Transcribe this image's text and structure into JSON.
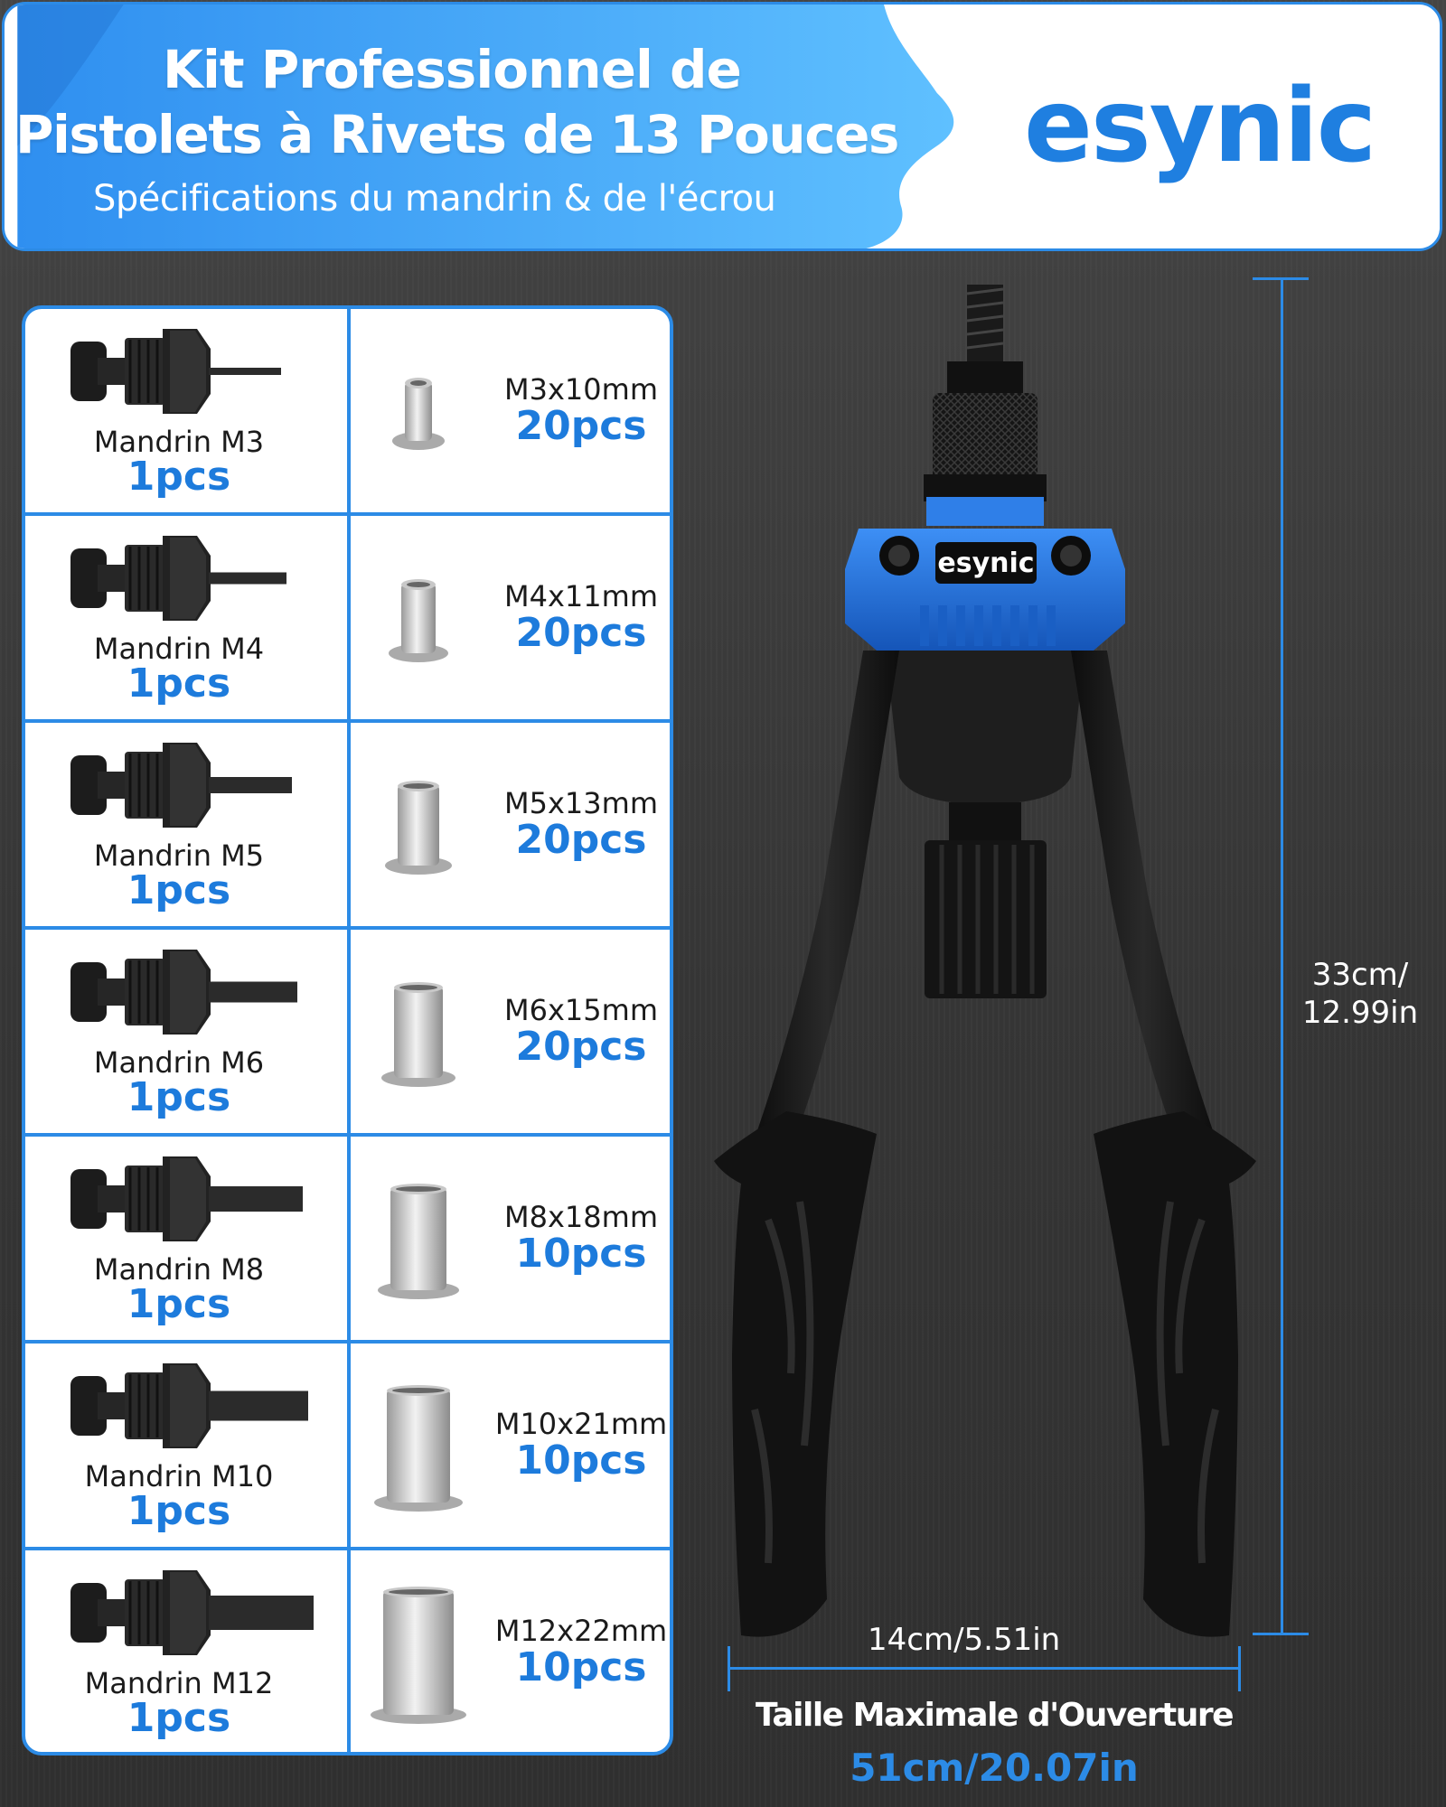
{
  "header": {
    "title_line1": "Kit Professionnel de",
    "title_line2": "Pistolets à Rivets de 13 Pouces",
    "subtitle": "Spécifications du mandrin & de l'écrou",
    "brand": "esynic"
  },
  "colors": {
    "accent": "#2c8be6",
    "quantity": "#1d7bdc",
    "tool_blue": "#1f6fd6",
    "background": "#3a3a3a"
  },
  "rows": [
    {
      "mandrin": "Mandrin M3",
      "mandrin_qty": "1pcs",
      "nut_size": "M3x10mm",
      "nut_qty": "20pcs"
    },
    {
      "mandrin": "Mandrin M4",
      "mandrin_qty": "1pcs",
      "nut_size": "M4x11mm",
      "nut_qty": "20pcs"
    },
    {
      "mandrin": "Mandrin M5",
      "mandrin_qty": "1pcs",
      "nut_size": "M5x13mm",
      "nut_qty": "20pcs"
    },
    {
      "mandrin": "Mandrin M6",
      "mandrin_qty": "1pcs",
      "nut_size": "M6x15mm",
      "nut_qty": "20pcs"
    },
    {
      "mandrin": "Mandrin M8",
      "mandrin_qty": "1pcs",
      "nut_size": "M8x18mm",
      "nut_qty": "10pcs"
    },
    {
      "mandrin": "Mandrin M10",
      "mandrin_qty": "1pcs",
      "nut_size": "M10x21mm",
      "nut_qty": "10pcs"
    },
    {
      "mandrin": "Mandrin M12",
      "mandrin_qty": "1pcs",
      "nut_size": "M12x22mm",
      "nut_qty": "10pcs"
    }
  ],
  "tool": {
    "logo": "esynic",
    "height_line1": "33cm/",
    "height_line2": "12.99in",
    "width": "14cm/5.51in",
    "open_label": "Taille Maximale d'Ouverture",
    "open_value": "51cm/20.07in"
  }
}
